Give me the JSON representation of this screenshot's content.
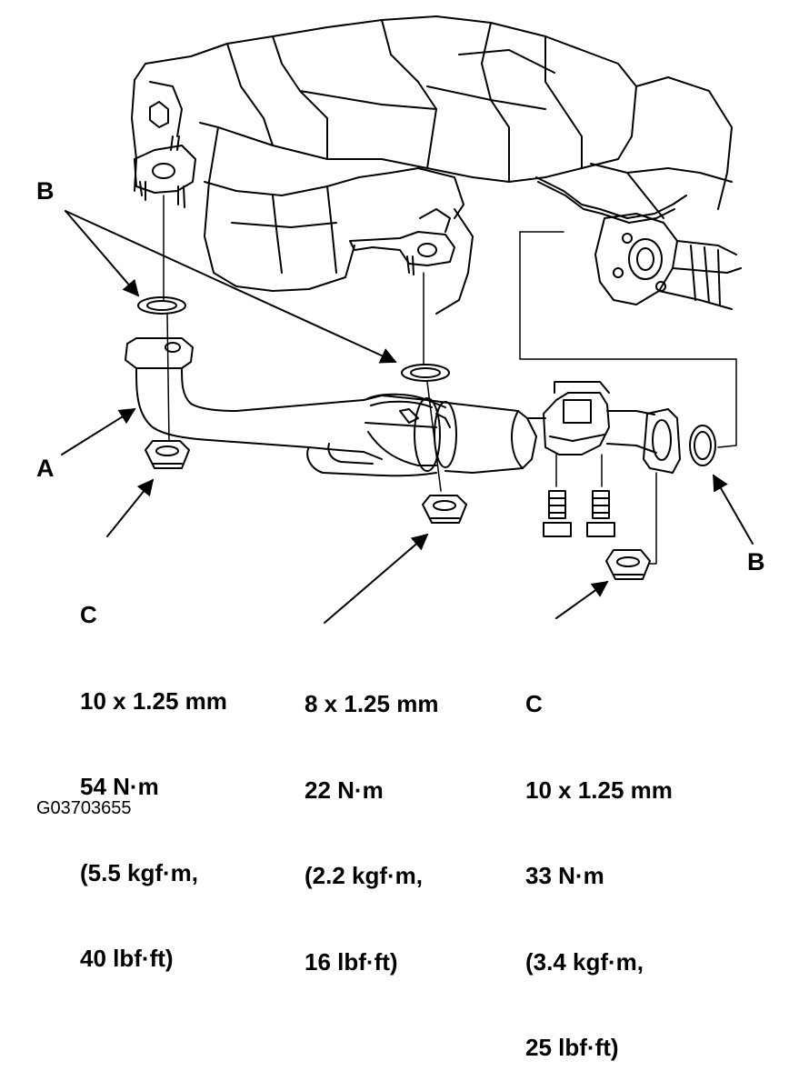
{
  "callouts": {
    "a": "A",
    "b_left": "B",
    "b_right": "B"
  },
  "specs": {
    "left": {
      "letter": "C",
      "size": "10 x 1.25 mm",
      "torque": "54 N·m",
      "kgf": "(5.5 kgf·m,",
      "lbf": "40 lbf·ft)"
    },
    "middle": {
      "size": "8 x 1.25 mm",
      "torque": "22 N·m",
      "kgf": "(2.2 kgf·m,",
      "lbf": "16 lbf·ft)"
    },
    "right": {
      "letter": "C",
      "size": "10 x 1.25 mm",
      "torque": "33 N·m",
      "kgf": "(3.4 kgf·m,",
      "lbf": "25 lbf·ft)"
    }
  },
  "figure_code": "G03703655"
}
